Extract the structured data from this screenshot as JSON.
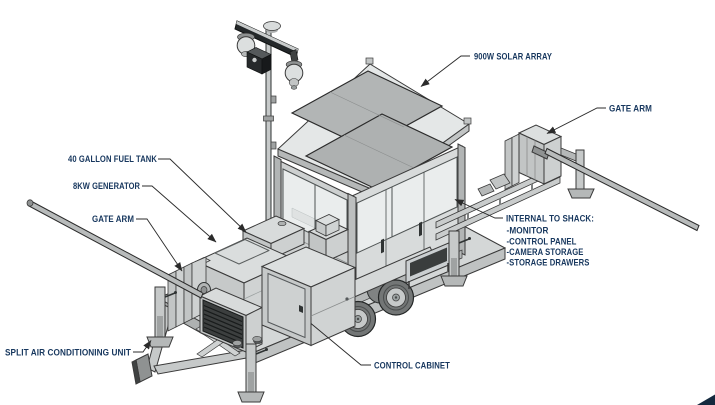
{
  "labels": {
    "solar_array": "900W SOLAR ARRAY",
    "gate_arm_right": "GATE ARM",
    "fuel_tank": "40 GALLON FUEL TANK",
    "generator": "8KW GENERATOR",
    "gate_arm_left": "GATE ARM",
    "split_ac": "SPLIT AIR CONDITIONING UNIT",
    "control_cabinet": "CONTROL CABINET",
    "internal_to_shack": {
      "header": "INTERNAL TO SHACK:",
      "items": [
        "-MONITOR",
        "-CONTROL PANEL",
        "-CAMERA STORAGE",
        "-STORAGE DRAWERS"
      ]
    }
  },
  "colors": {
    "label_text": "#17375E",
    "outline": "#2F3333",
    "body_gray": "#CDD0D0",
    "solar_panel_gray": "#B0B3B3",
    "grille_dark": "#3C3F3F",
    "corner_wedge": "#14293E"
  }
}
